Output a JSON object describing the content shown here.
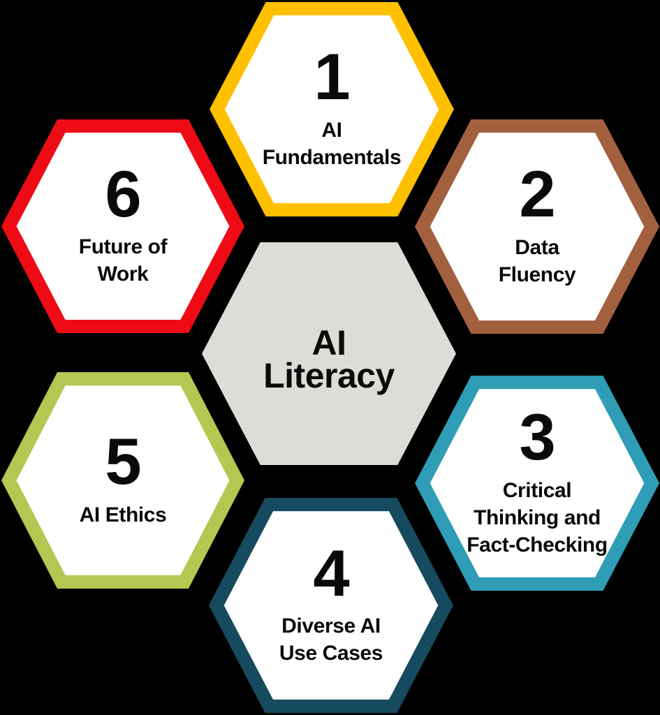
{
  "center": {
    "label": "AI\nLiteracy",
    "fill": "#DDDDD8"
  },
  "hexagons": [
    {
      "number": "1",
      "label": "AI\nFundamentals",
      "border_color": "#FFC000"
    },
    {
      "number": "2",
      "label": "Data\nFluency",
      "border_color": "#A3603F"
    },
    {
      "number": "3",
      "label": "Critical\nThinking and\nFact-Checking",
      "border_color": "#2E9DB5"
    },
    {
      "number": "4",
      "label": "Diverse AI\nUse Cases",
      "border_color": "#164A5F"
    },
    {
      "number": "5",
      "label": "AI Ethics",
      "border_color": "#B5C751"
    },
    {
      "number": "6",
      "label": "Future of\nWork",
      "border_color": "#ED0C15"
    }
  ],
  "palette": {
    "background": "#000000",
    "tile_fill": "#FFFFFF",
    "text_color": "#0A0A0A"
  }
}
